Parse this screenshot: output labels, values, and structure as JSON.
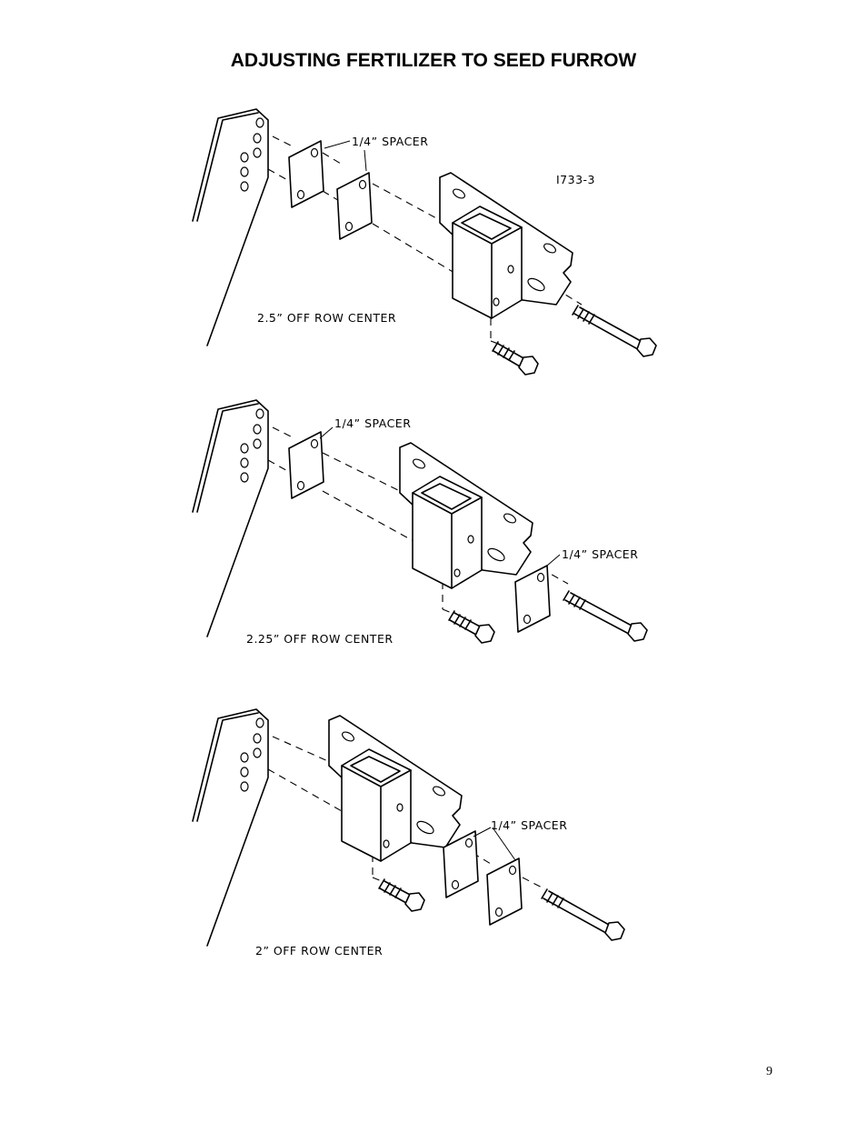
{
  "document": {
    "title": "ADJUSTING FERTILIZER TO SEED FURROW",
    "page_number": "9",
    "part_number": "I733-3"
  },
  "figures": [
    {
      "spacer_label": "1/4” SPACER",
      "offset_label": "2.5” OFF ROW CENTER"
    },
    {
      "spacer_label_top": "1/4” SPACER",
      "spacer_label_right": "1/4” SPACER",
      "offset_label": "2.25” OFF ROW CENTER"
    },
    {
      "spacer_label": "1/4” SPACER",
      "offset_label": "2” OFF ROW CENTER"
    }
  ]
}
